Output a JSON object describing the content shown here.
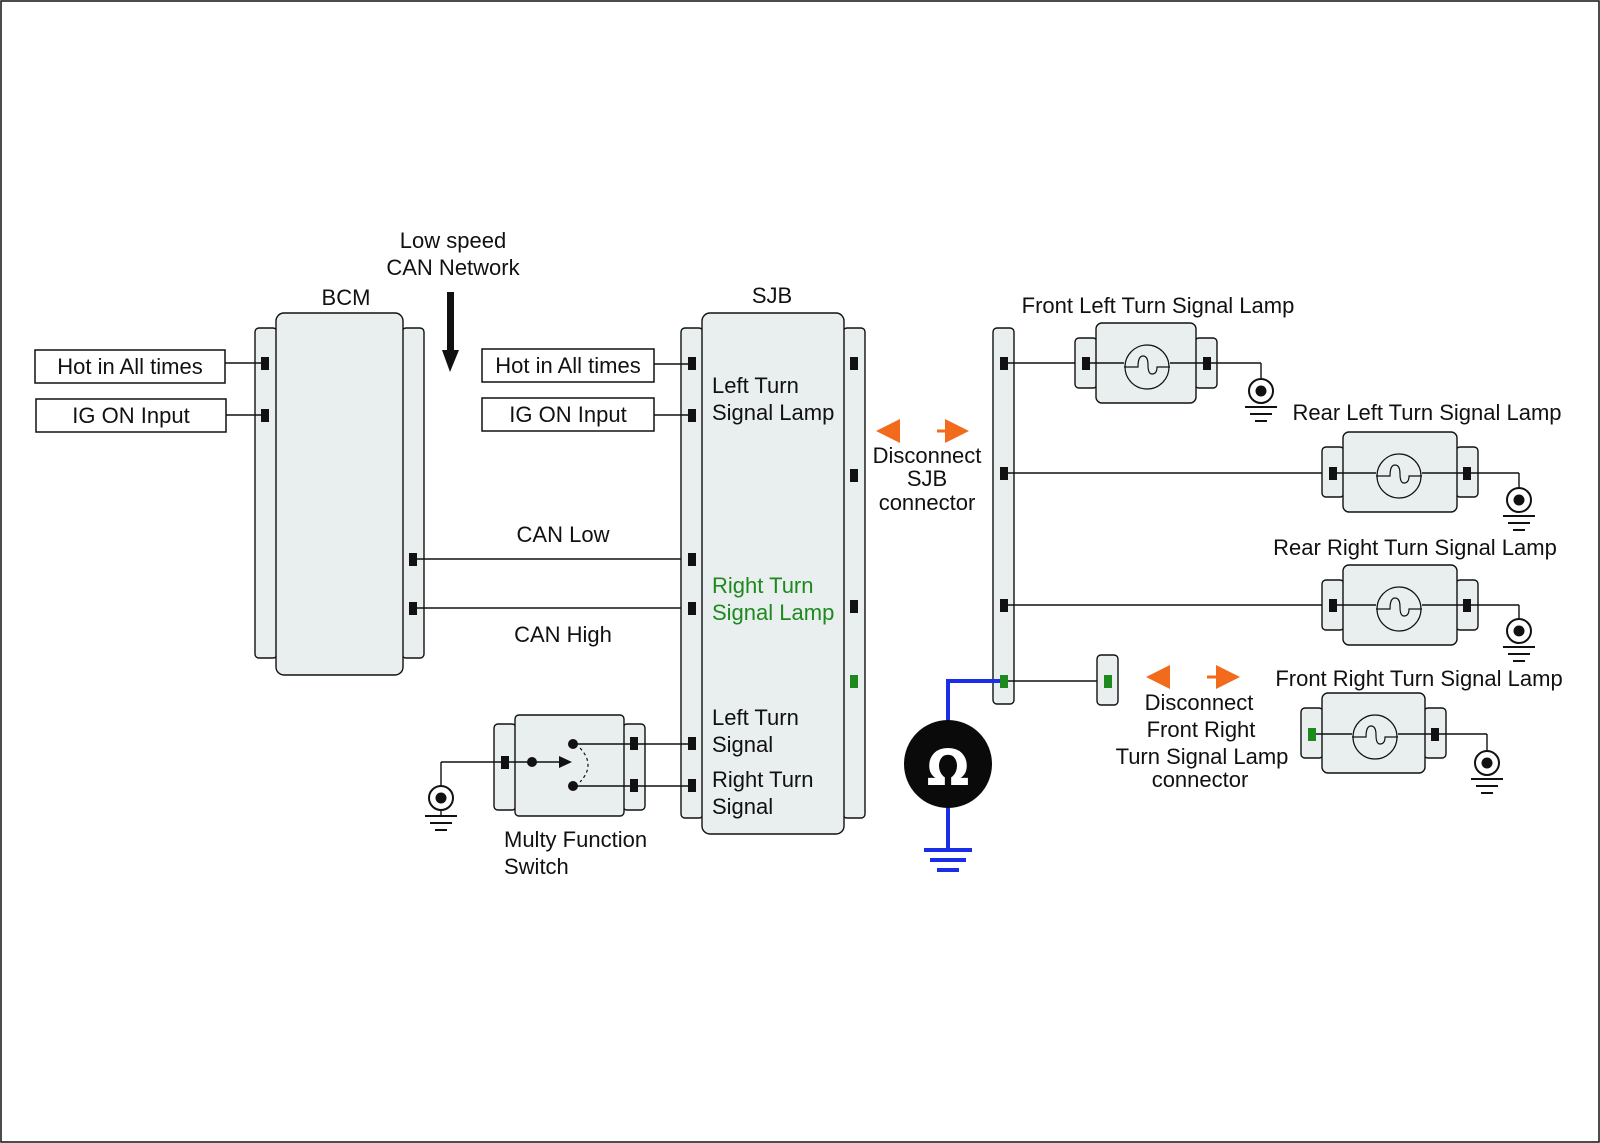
{
  "top": {
    "network_line1": "Low speed",
    "network_line2": "CAN Network"
  },
  "bcm": {
    "title": "BCM",
    "input1": "Hot in All times",
    "input2": "IG ON Input"
  },
  "sjb": {
    "title": "SJB",
    "input1": "Hot in All times",
    "input2": "IG ON Input",
    "left_lamp_line1": "Left Turn",
    "left_lamp_line2": "Signal Lamp",
    "right_lamp_line1": "Right Turn",
    "right_lamp_line2": "Signal Lamp",
    "left_signal_line1": "Left Turn",
    "left_signal_line2": "Signal",
    "right_signal_line1": "Right Turn",
    "right_signal_line2": "Signal"
  },
  "bus": {
    "can_low": "CAN Low",
    "can_high": "CAN High"
  },
  "switch": {
    "line1": "Multy Function",
    "line2": "Switch"
  },
  "disconnect_sjb": {
    "line1": "Disconnect",
    "line2": "SJB",
    "line3": "connector"
  },
  "disconnect_fr": {
    "line1": "Disconnect",
    "line2": "Front Right",
    "line3": "Turn Signal Lamp",
    "line4": "connector"
  },
  "lamps": {
    "front_left": "Front Left Turn Signal Lamp",
    "rear_left": "Rear Left Turn Signal Lamp",
    "rear_right": "Rear Right Turn Signal Lamp",
    "front_right": "Front Right Turn Signal Lamp"
  },
  "meter": {
    "symbol": "Ω"
  },
  "colors": {
    "highlight_green": "#1e8a1e",
    "arrow_orange": "#f26a1b",
    "meter_blue": "#1a2ee8",
    "panel_fill": "#e9eeee"
  }
}
